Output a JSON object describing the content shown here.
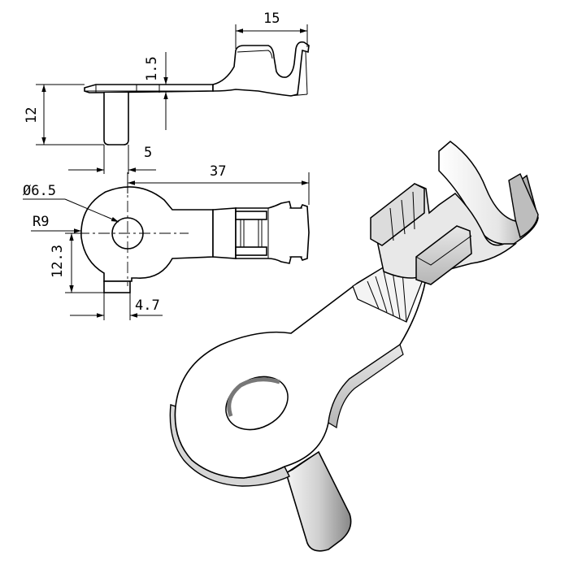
{
  "drawing": {
    "dimensions": {
      "crimp_length": "15",
      "thickness": "1.5",
      "height": "12",
      "tab_offset": "5",
      "total_length": "37",
      "hole_diameter": "Ø6.5",
      "ring_radius": "R9",
      "tab_position": "12.3",
      "tab_width": "4.7"
    },
    "colors": {
      "line": "#000000",
      "shade_light": "#f2f2f2",
      "shade_mid": "#d9d9d9",
      "shade_dark": "#9a9a9a"
    }
  }
}
